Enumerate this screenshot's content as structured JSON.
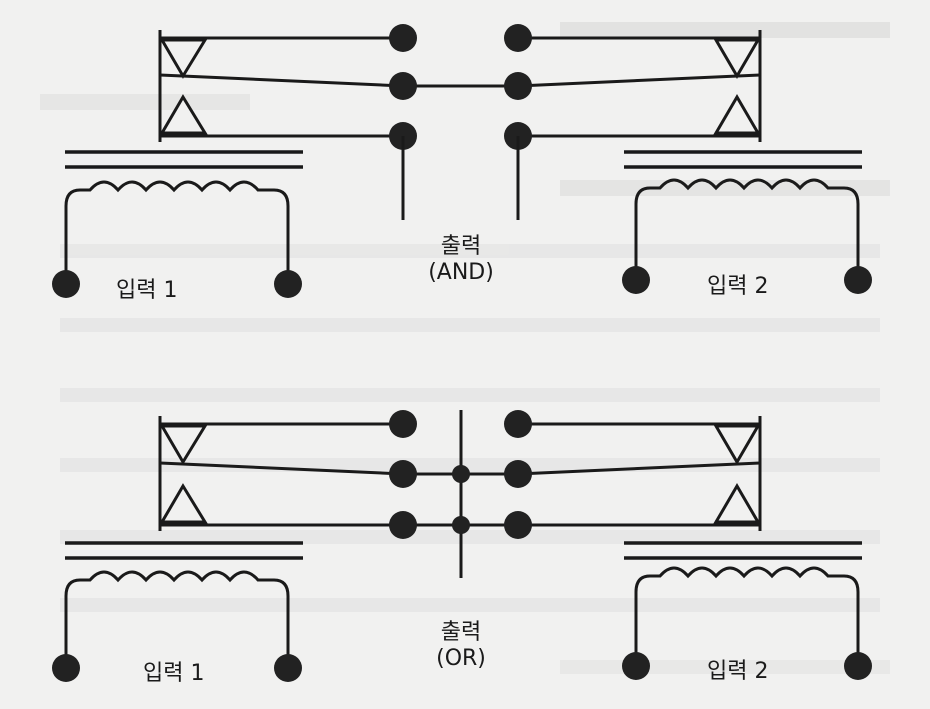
{
  "diagram": {
    "and_circuit": {
      "input_left_label": "입력 1",
      "input_right_label": "입력 2",
      "output_label": "출력",
      "output_sub_label": "(AND)"
    },
    "or_circuit": {
      "input_left_label": "입력 1",
      "input_right_label": "입력 2",
      "output_label": "출력",
      "output_sub_label": "(OR)"
    }
  }
}
